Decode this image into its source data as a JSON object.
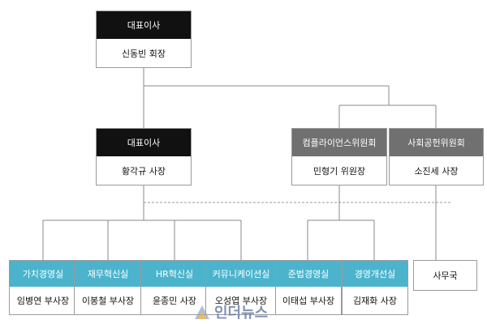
{
  "nodes": {
    "ceo_sdb": {
      "title": "대표이사",
      "name": "신동빈 회장"
    },
    "ceo_hgk": {
      "title": "대표이사",
      "name": "황각규 사장"
    },
    "compliance": {
      "title": "컴플라이언스위원회",
      "name": "민형기 위원장"
    },
    "csr": {
      "title": "사회공헌위원회",
      "name": "소진세 사장"
    },
    "value": {
      "title": "가치경영실",
      "name": "임병연 부사장"
    },
    "finance": {
      "title": "재무혁신실",
      "name": "이봉철 부사장"
    },
    "hr": {
      "title": "HR혁신실",
      "name": "윤종민 사장"
    },
    "comm": {
      "title": "커뮤니케이션실",
      "name": "오성엽 부사장"
    },
    "legal": {
      "title": "준법경영실",
      "name": "이태섭 부사장"
    },
    "improve": {
      "title": "경영개선실",
      "name": "김재화 사장"
    },
    "office": {
      "title": "사무국"
    }
  },
  "watermark": {
    "text": "인더뉴스"
  },
  "colors": {
    "black_header": "#111111",
    "gray_header": "#707070",
    "teal_header": "#4bb4cc",
    "line": "#8a8a8a",
    "dashed": "#9a9a9a"
  }
}
